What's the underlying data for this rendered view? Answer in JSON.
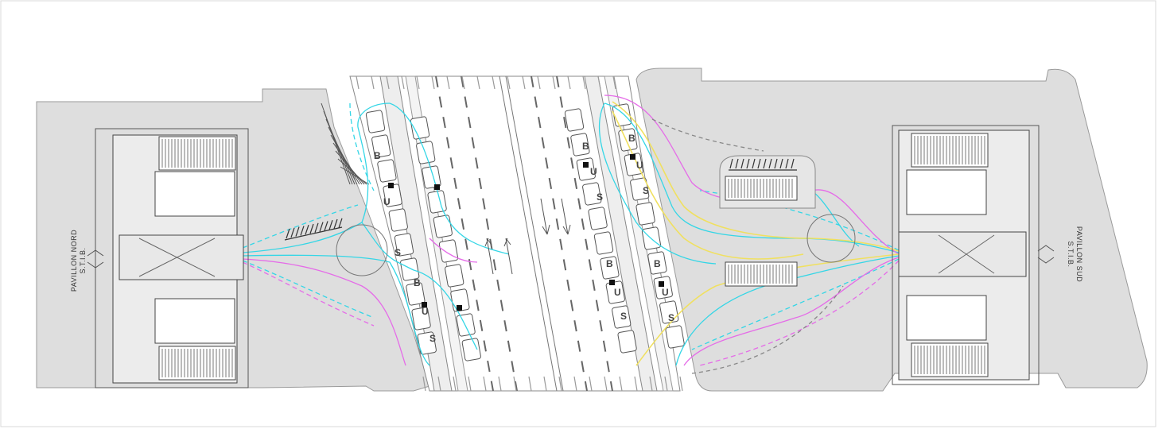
{
  "pavilion_north": {
    "title": "PAVILLON NORD",
    "subtitle": "S.T.I.B."
  },
  "pavilion_south": {
    "title": "PAVILLON SUD",
    "subtitle": "S.T.I.B."
  },
  "bus_platform_left": {
    "letters_a": [
      "B",
      "U",
      "S"
    ],
    "letters_b": [
      "B",
      "U",
      "S"
    ]
  },
  "bus_platform_right": {
    "letters_a": [
      "B",
      "U",
      "S"
    ],
    "letters_b": [
      "B",
      "U",
      "S"
    ]
  },
  "colors": {
    "ground": "#dcdcdc",
    "building_line": "#444444",
    "cyan_route": "#34d6e6",
    "magenta_route": "#e56be8",
    "yellow_route": "#f0e060",
    "paper": "#ffffff"
  },
  "icons": {
    "bike_rack": "bike-rack-icon",
    "escalator": "escalator-icon",
    "lane_arrow": "lane-arrow-icon",
    "pedestrian_crossing": "zebra-crossing-icon"
  }
}
